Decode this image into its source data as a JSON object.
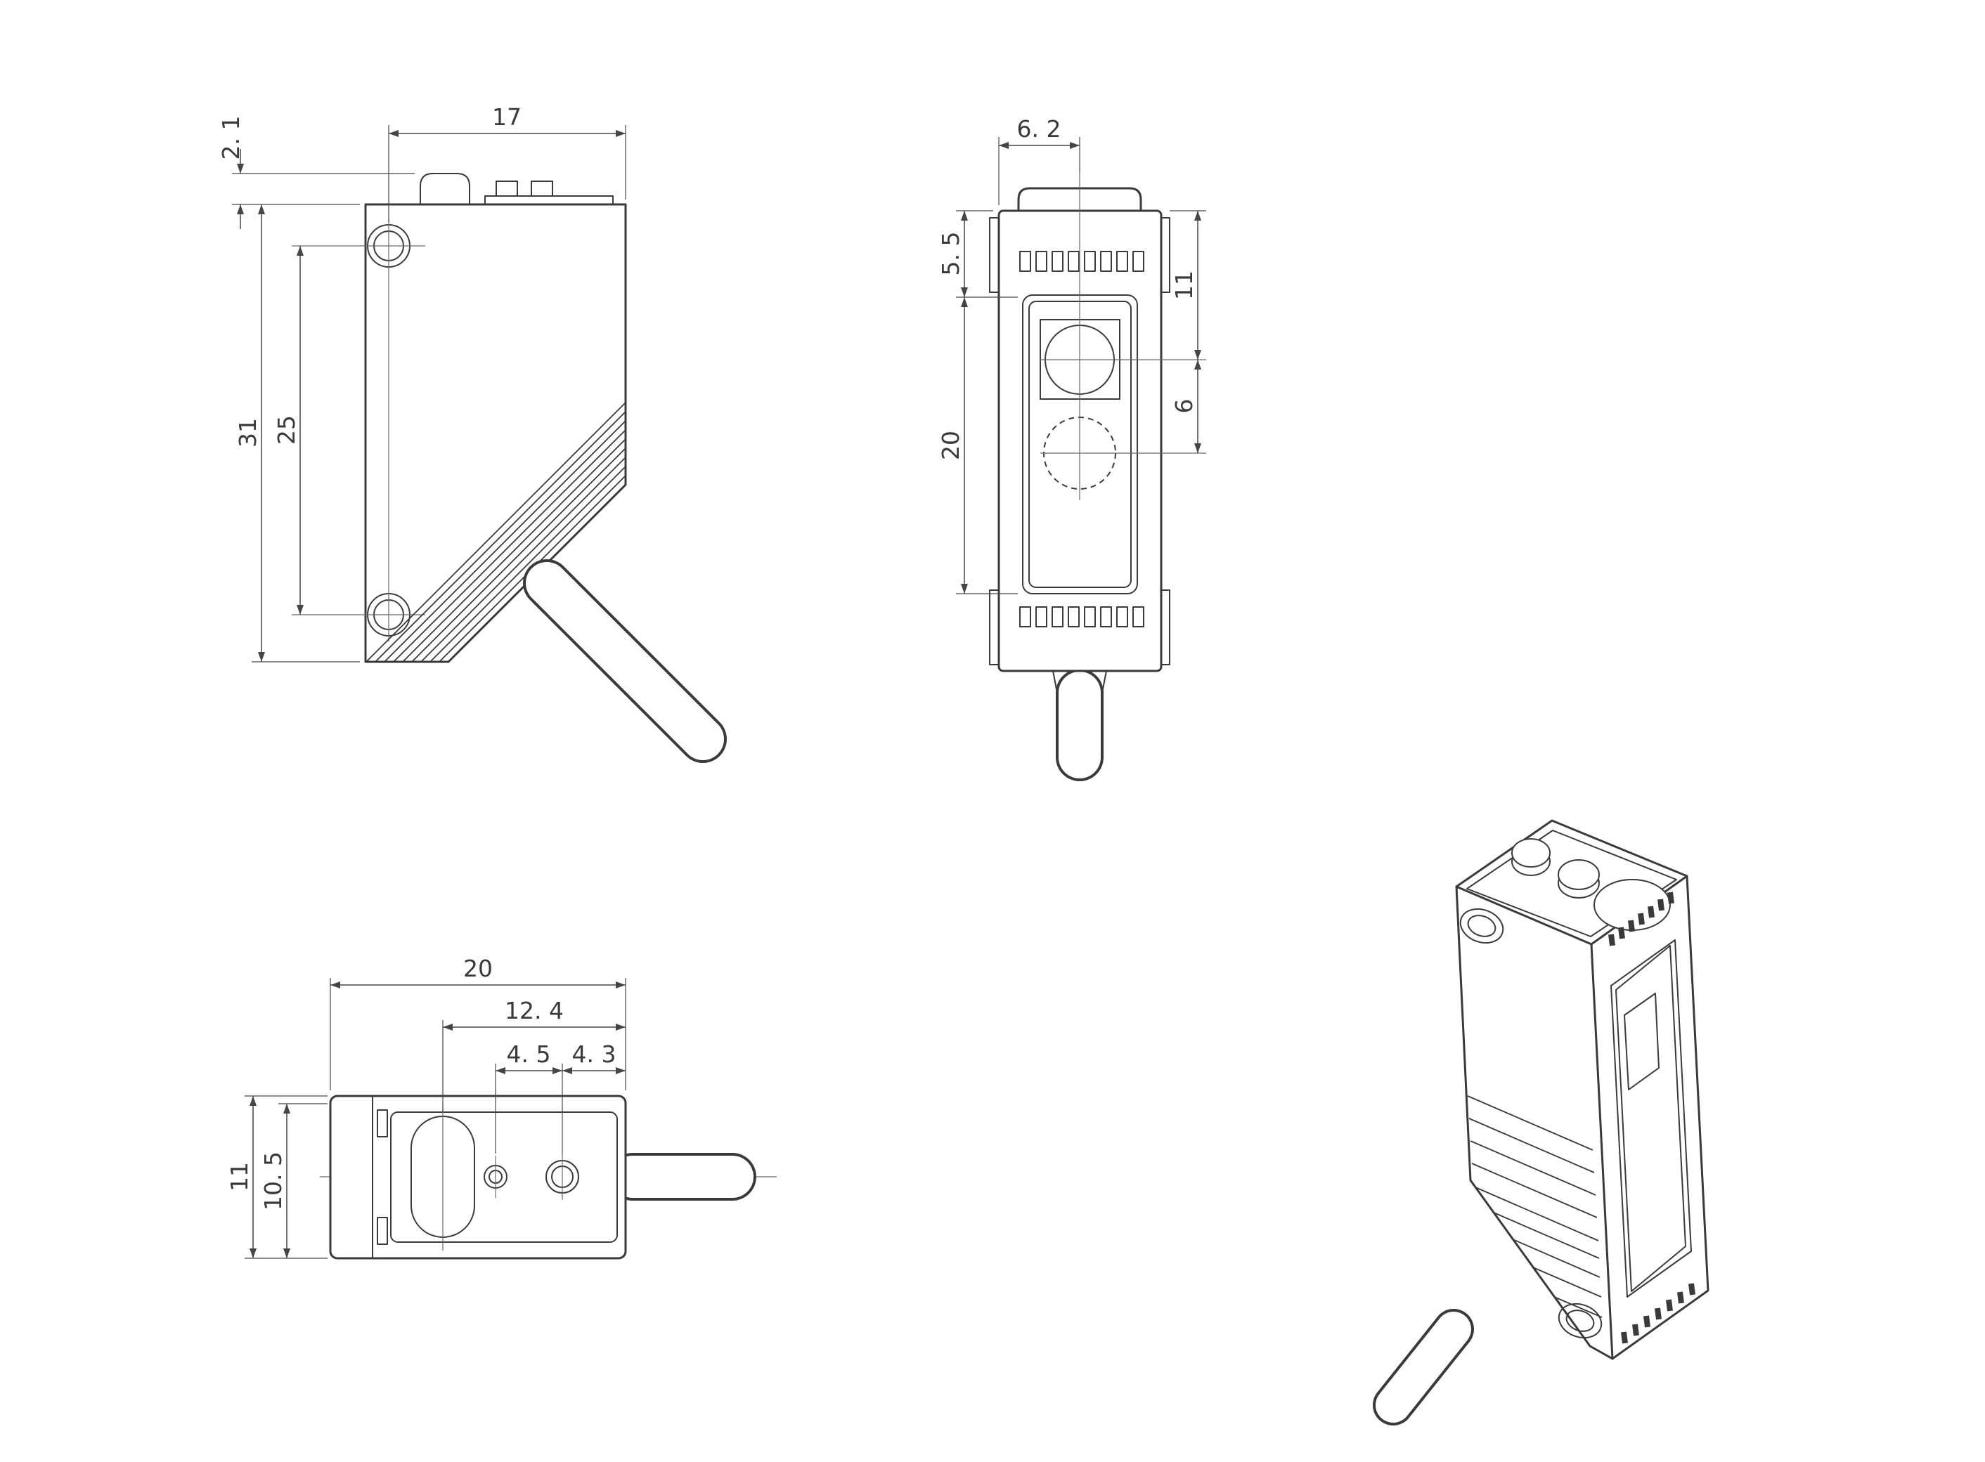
{
  "colors": {
    "background": "#ffffff",
    "outline": "#3a3a3a",
    "dimension": "#454545",
    "centerline": "#6a6a6a"
  },
  "views": {
    "side": {
      "dims": {
        "top_width": "17",
        "button_height": "2. 1",
        "overall_height": "31",
        "hole_pitch": "25"
      }
    },
    "front": {
      "dims": {
        "center_offset": "6. 2",
        "top_to_window": "5. 5",
        "window_height": "20",
        "lens_center_from_top": "11",
        "lens_spacing": "6"
      }
    },
    "bottom": {
      "dims": {
        "overall_depth": "20",
        "lens_to_rear": "12. 4",
        "hole_spacing": "4. 5",
        "hole_to_rear": "4. 3",
        "overall_width": "11",
        "body_width": "10. 5"
      }
    }
  }
}
